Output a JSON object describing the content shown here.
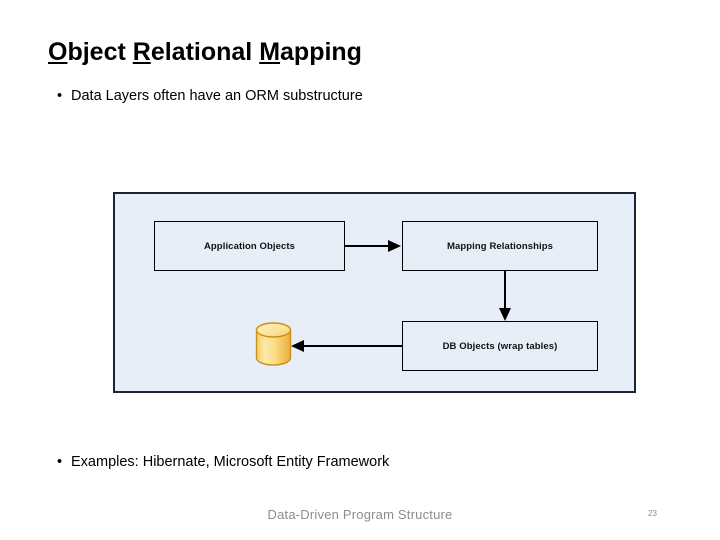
{
  "slide": {
    "title": {
      "full": "Object Relational Mapping",
      "parts": [
        {
          "underlined": "O",
          "rest": "bject "
        },
        {
          "underlined": "R",
          "rest": "elational "
        },
        {
          "underlined": "M",
          "rest": "apping"
        }
      ]
    },
    "bullets": [
      {
        "marker": "•",
        "text": "Data Layers often have an ORM substructure"
      },
      {
        "marker": "•",
        "text": "Examples: Hibernate, Microsoft Entity Framework"
      }
    ],
    "footer": {
      "title": "Data-Driven Program Structure",
      "page_number": "23"
    }
  },
  "diagram": {
    "background_color": "#e8eef8",
    "border_color": "#1c2433",
    "nodes": [
      {
        "id": "application-objects",
        "label": "Application Objects"
      },
      {
        "id": "mapping-relationships",
        "label": "Mapping Relationships"
      },
      {
        "id": "db-objects",
        "label": "DB Objects (wrap tables)"
      }
    ],
    "database_icon": {
      "name": "database-cylinder-icon",
      "fill_light": "#fbe59a",
      "fill_mid": "#f8d874",
      "fill_dark": "#e7ab3c",
      "stroke": "#c98a22"
    },
    "connectors": [
      {
        "id": "app-to-mapping",
        "direction": "right"
      },
      {
        "id": "mapping-to-db",
        "direction": "down"
      },
      {
        "id": "db-to-cylinder",
        "direction": "left"
      }
    ]
  }
}
